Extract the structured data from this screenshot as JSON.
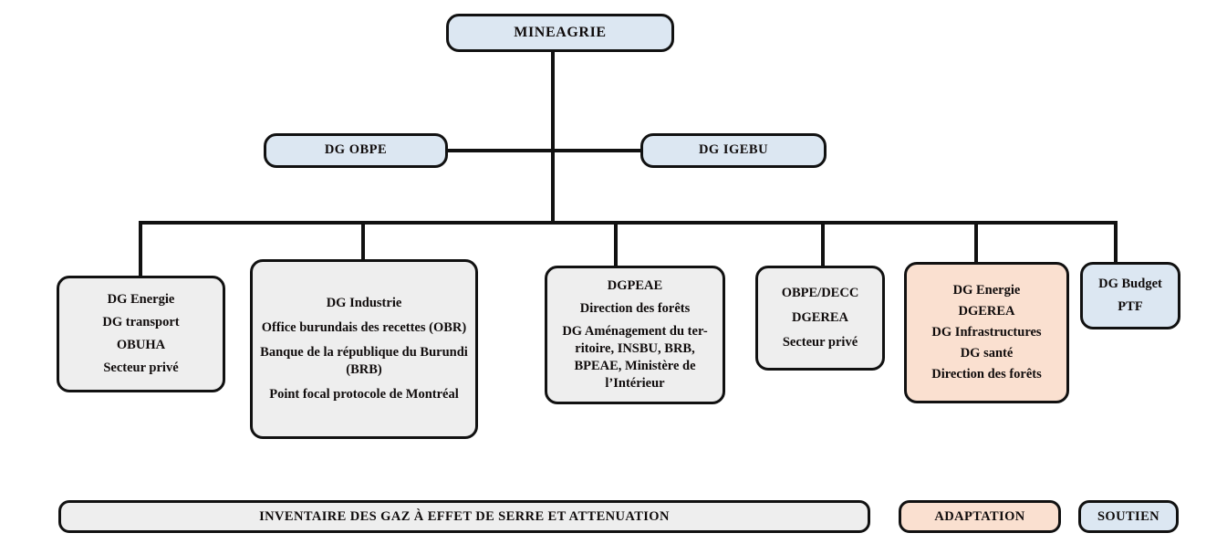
{
  "diagram": {
    "title_node": {
      "label": "MINEAGRIE",
      "color": "#dce7f2"
    },
    "level2": [
      {
        "name": "dg-obpe",
        "label": "DG OBPE",
        "color": "#dce7f2"
      },
      {
        "name": "dg-igebu",
        "label": "DG IGEBU",
        "color": "#dce7f2"
      }
    ],
    "level3": [
      {
        "name": "energie-transport",
        "color": "#eeeeee",
        "lines": [
          "DG Energie",
          "DG transport",
          "OBUHA",
          "Secteur privé"
        ]
      },
      {
        "name": "industrie",
        "color": "#eeeeee",
        "lines": [
          "DG Industrie",
          "Office burundais des recettes (OBR)",
          "Banque de la république du Burundi (BRB)",
          "Point focal  protocole de Montréal"
        ]
      },
      {
        "name": "dgpeae",
        "color": "#eeeeee",
        "lines": [
          "DGPEAE",
          "Direction des forêts",
          "DG Aménagement du ter-ritoire, INSBU, BRB, BPEAE, Ministère de l’Intérieur"
        ]
      },
      {
        "name": "obpe-decc",
        "color": "#eeeeee",
        "lines": [
          "OBPE/DECC",
          "DGEREA",
          "Secteur privé"
        ]
      },
      {
        "name": "adaptation-group",
        "color": "#fae0d0",
        "lines": [
          "DG Energie",
          "DGEREA",
          "DG Infrastructures",
          "DG santé",
          "Direction des forêts"
        ]
      },
      {
        "name": "dg-budget",
        "color": "#dce7f2",
        "lines": [
          "DG Budget",
          "PTF"
        ]
      }
    ],
    "legend": [
      {
        "name": "inventaire",
        "label": "INVENTAIRE DES GAZ À EFFET DE SERRE ET ATTENUATION",
        "color": "#eeeeee"
      },
      {
        "name": "adaptation",
        "label": "ADAPTATION",
        "color": "#fae0d0"
      },
      {
        "name": "soutien",
        "label": "SOUTIEN",
        "color": "#dce7f2"
      }
    ]
  }
}
